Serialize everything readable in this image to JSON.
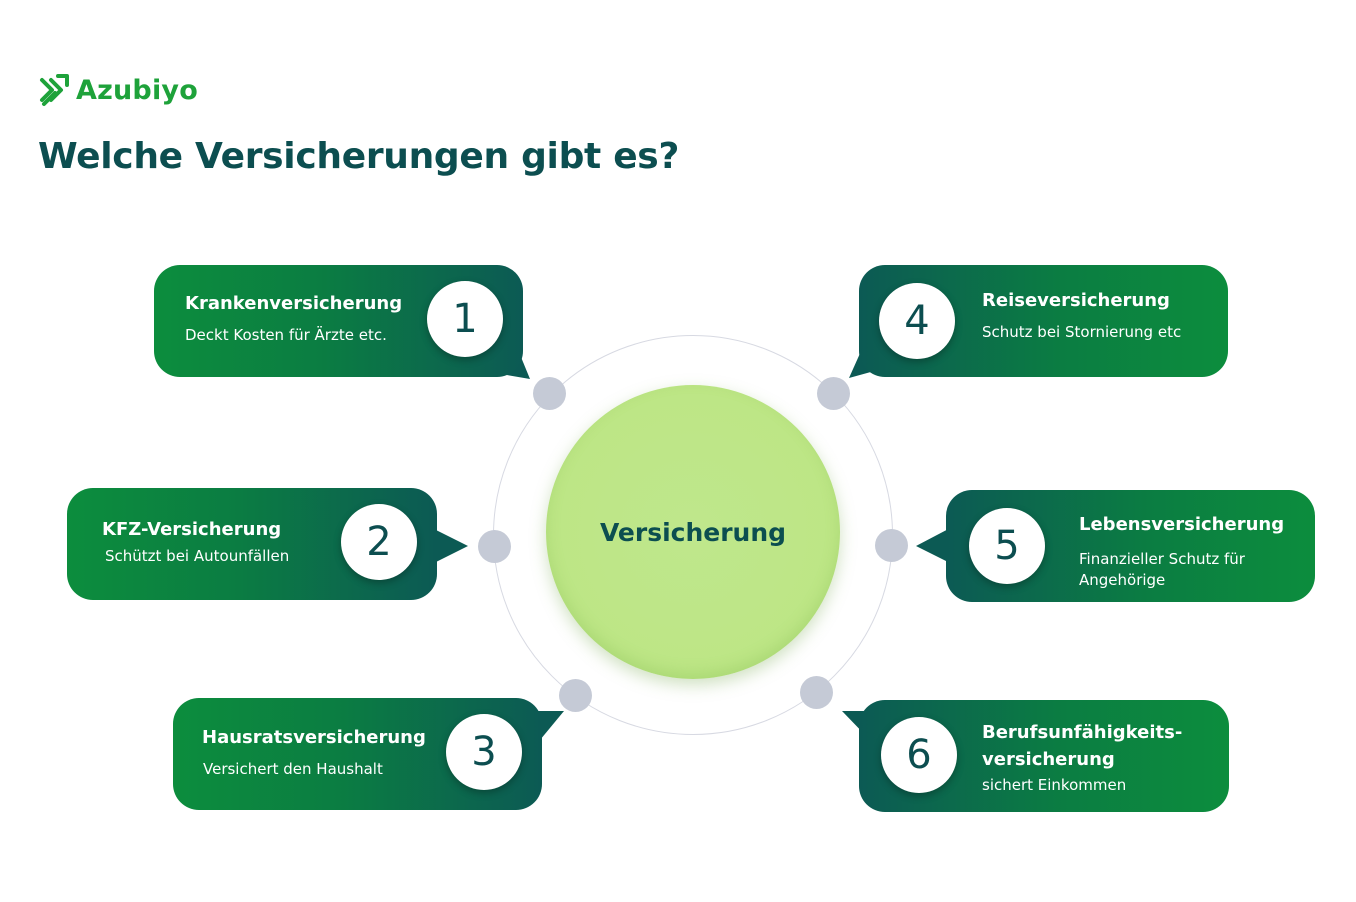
{
  "brand": {
    "name": "Azubiyo",
    "icon": "azubiyo-logo-icon",
    "color": "#1ea23a"
  },
  "title": "Welche Versicherungen gibt es?",
  "center": {
    "label": "Versicherung"
  },
  "items": [
    {
      "number": "1",
      "title": "Krankenversicherung",
      "description": "Deckt Kosten für Ärzte etc."
    },
    {
      "number": "2",
      "title": "KFZ-Versicherung",
      "description": "Schützt bei Autounfällen"
    },
    {
      "number": "3",
      "title": "Hausratsversicherung",
      "description": "Versichert den Haushalt"
    },
    {
      "number": "4",
      "title": "Reiseversicherung",
      "description": "Schutz bei Stornierung etc"
    },
    {
      "number": "5",
      "title": "Lebensversicherung",
      "description_line1": "Finanzieller Schutz für",
      "description_line2": "Angehörige"
    },
    {
      "number": "6",
      "title_line1": "Berufsunfähigkeits-",
      "title_line2": "versicherung",
      "description": "sichert Einkommen"
    }
  ],
  "colors": {
    "primary_dark": "#0c4e50",
    "card_green": "#0c8d3d",
    "card_teal": "#0c5a54",
    "center_green": "#bde685",
    "connector_dot": "#c5cad6"
  }
}
